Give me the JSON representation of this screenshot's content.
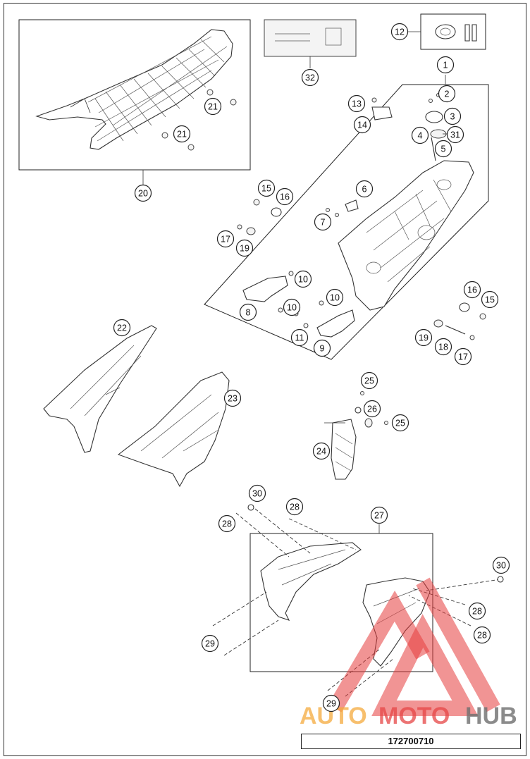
{
  "diagram": {
    "document_number": "172700710",
    "callouts": [
      {
        "id": "c1",
        "label": "1"
      },
      {
        "id": "c2",
        "label": "2"
      },
      {
        "id": "c3",
        "label": "3"
      },
      {
        "id": "c4",
        "label": "4"
      },
      {
        "id": "c5",
        "label": "5"
      },
      {
        "id": "c6",
        "label": "6"
      },
      {
        "id": "c7",
        "label": "7"
      },
      {
        "id": "c8",
        "label": "8"
      },
      {
        "id": "c9",
        "label": "9"
      },
      {
        "id": "c10a",
        "label": "10"
      },
      {
        "id": "c10b",
        "label": "10"
      },
      {
        "id": "c10c",
        "label": "10"
      },
      {
        "id": "c11",
        "label": "11"
      },
      {
        "id": "c12",
        "label": "12"
      },
      {
        "id": "c13",
        "label": "13"
      },
      {
        "id": "c14",
        "label": "14"
      },
      {
        "id": "c15a",
        "label": "15"
      },
      {
        "id": "c15b",
        "label": "15"
      },
      {
        "id": "c16a",
        "label": "16"
      },
      {
        "id": "c16b",
        "label": "16"
      },
      {
        "id": "c17a",
        "label": "17"
      },
      {
        "id": "c17b",
        "label": "17"
      },
      {
        "id": "c18",
        "label": "18"
      },
      {
        "id": "c19a",
        "label": "19"
      },
      {
        "id": "c19b",
        "label": "19"
      },
      {
        "id": "c20",
        "label": "20"
      },
      {
        "id": "c21a",
        "label": "21"
      },
      {
        "id": "c21b",
        "label": "21"
      },
      {
        "id": "c22",
        "label": "22"
      },
      {
        "id": "c23",
        "label": "23"
      },
      {
        "id": "c24",
        "label": "24"
      },
      {
        "id": "c25a",
        "label": "25"
      },
      {
        "id": "c25b",
        "label": "25"
      },
      {
        "id": "c26",
        "label": "26"
      },
      {
        "id": "c27",
        "label": "27"
      },
      {
        "id": "c28a",
        "label": "28"
      },
      {
        "id": "c28b",
        "label": "28"
      },
      {
        "id": "c28c",
        "label": "28"
      },
      {
        "id": "c28d",
        "label": "28"
      },
      {
        "id": "c29a",
        "label": "29"
      },
      {
        "id": "c29b",
        "label": "29"
      },
      {
        "id": "c30a",
        "label": "30"
      },
      {
        "id": "c30b",
        "label": "30"
      },
      {
        "id": "c31",
        "label": "31"
      },
      {
        "id": "c32",
        "label": "32"
      }
    ]
  },
  "watermark": {
    "part1": "AUTO",
    "part2": "MOTO",
    "part3": "HUB"
  }
}
